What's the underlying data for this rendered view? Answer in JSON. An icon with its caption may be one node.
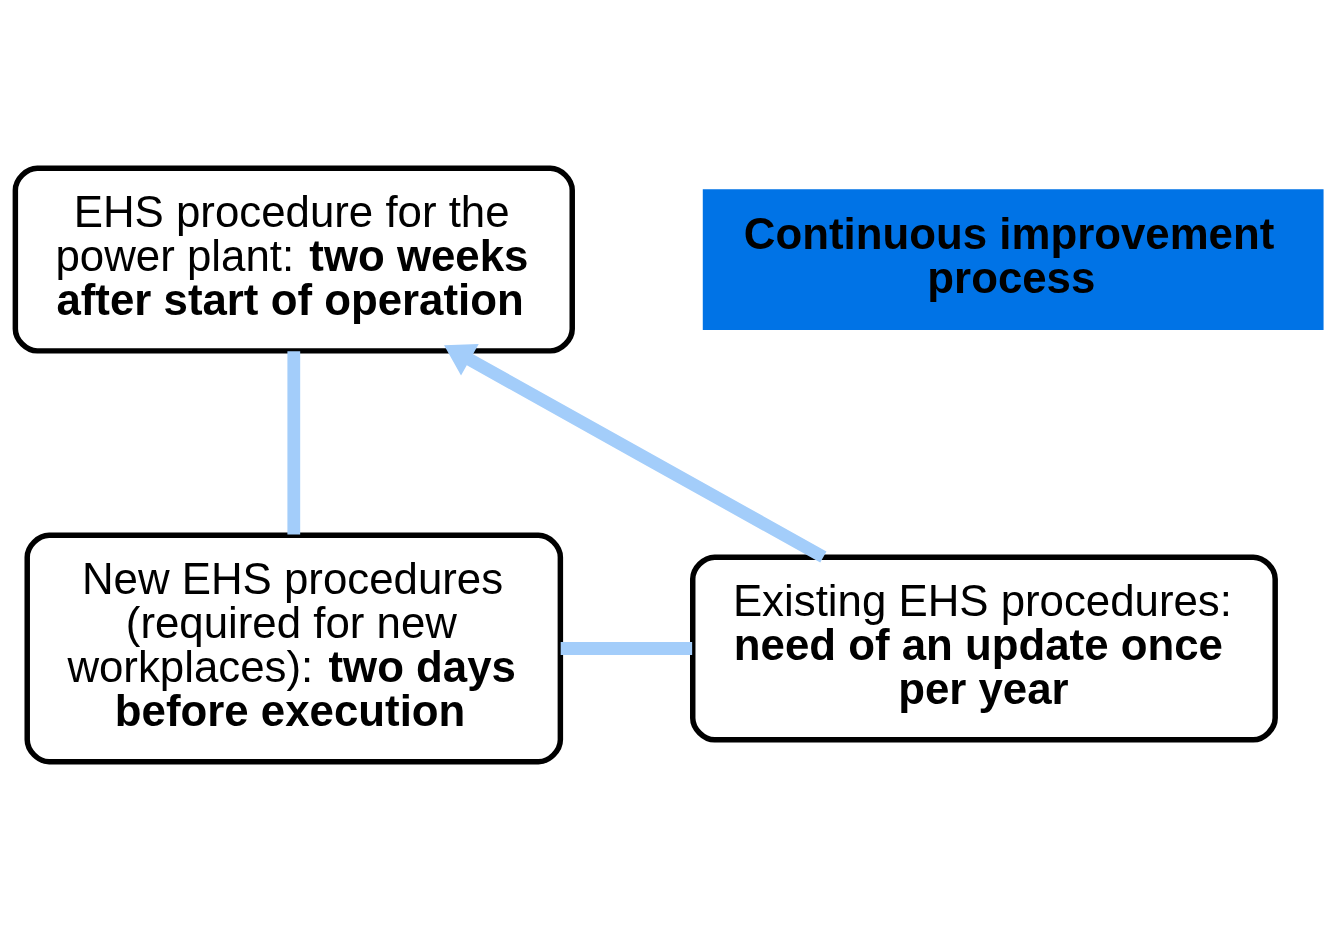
{
  "diagram": {
    "nodes": [
      {
        "text": [
          "EHS procedure for the power plant: **two weeks after start of operation**"
        ]
      },
      {
        "text": [
          "New EHS procedures (required for new workplaces): **two days before execution**"
        ]
      },
      {
        "text": [
          "Existing EHS procedures: **need of an update once per year**"
        ]
      },
      {
        "text": [
          "Continuous improvement process"
        ]
      }
    ],
    "edges": [
      {
        "from": 0,
        "to": 1,
        "arrow": "none"
      },
      {
        "from": 1,
        "to": 2,
        "arrow": "none"
      },
      {
        "from": 2,
        "to": 0,
        "arrow": "to"
      }
    ]
  }
}
